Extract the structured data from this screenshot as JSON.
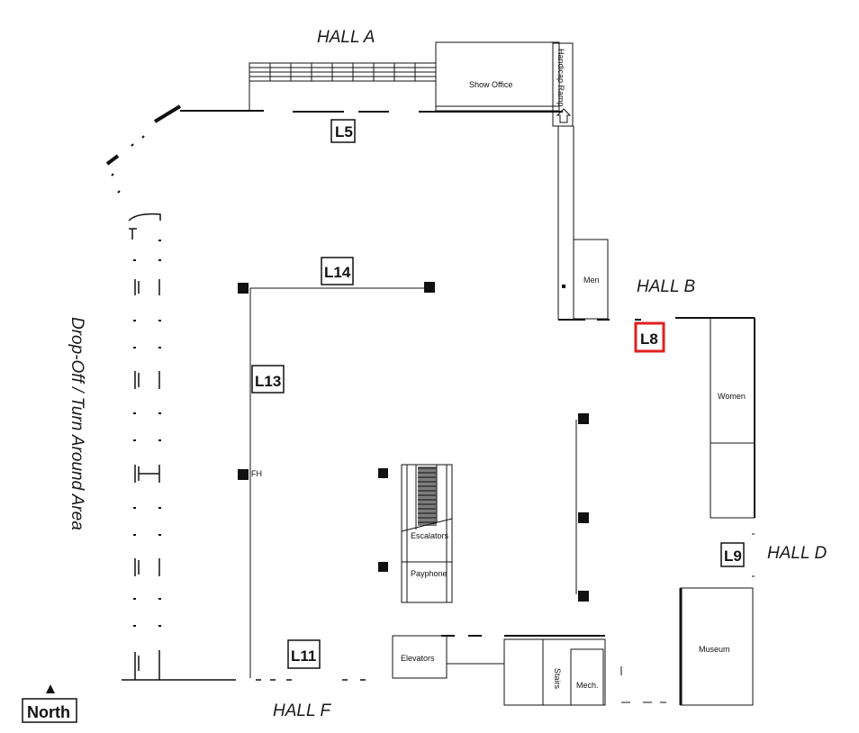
{
  "halls": {
    "hall_a": "HALL A",
    "hall_b": "HALL B",
    "hall_d": "HALL D",
    "hall_f": "HALL F"
  },
  "area_label": "Drop-Off / Turn Around Area",
  "rooms": {
    "show_office": "Show Office",
    "handicap_ramp": "Handicap Ramp",
    "men": "Men",
    "women": "Women",
    "escalators": "Escalators",
    "payphone": "Payphone",
    "elevators": "Elevators",
    "stairs": "Stairs",
    "mech": "Mech.",
    "museum": "Museum",
    "fh": "FH"
  },
  "locations": {
    "l5": "L5",
    "l14": "L14",
    "l13": "L13",
    "l8": "L8",
    "l9": "L9",
    "l11": "L11"
  },
  "highlighted_location": "L8",
  "highlight_color": "#e02020",
  "compass": {
    "label": "North",
    "icon": "north-arrow-icon"
  }
}
